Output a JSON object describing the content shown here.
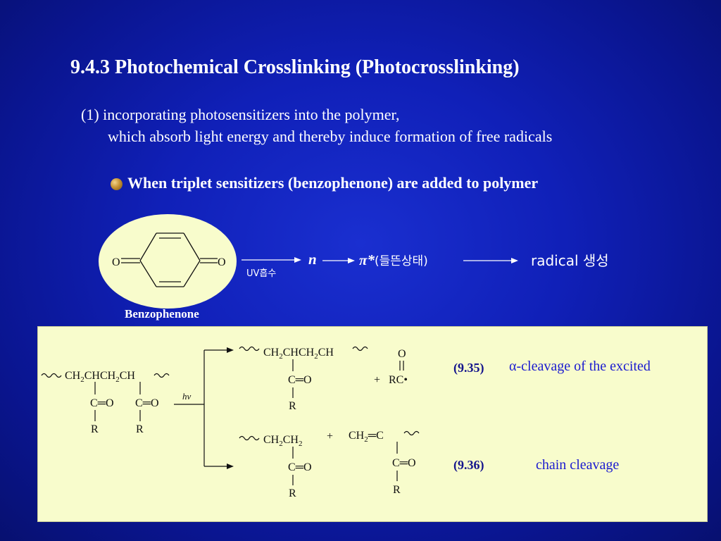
{
  "title": "9.4.3  Photochemical Crosslinking (Photocrosslinking)",
  "point1": {
    "line1": "(1) incorporating photosensitizers into the polymer,",
    "line2": "which absorb light energy and thereby induce formation of free radicals"
  },
  "bullet": "When triplet sensitizers (benzophenone) are added to polymer",
  "benzophenone": {
    "caption": "Benzophenone",
    "left_atom": "O",
    "right_atom": "O"
  },
  "scheme": {
    "uv_label": "UV흡수",
    "n_label": "n",
    "pi_label": "π*",
    "pi_state": "(들뜬상태)",
    "radical_label": "radical 생성"
  },
  "reactions": {
    "start": {
      "chain": "CH2CHCH2CH",
      "group1": "C═O",
      "group2": "C═O",
      "r1": "R",
      "r2": "R"
    },
    "hv": "hv",
    "top": {
      "chain": "CH2CHCH2CH",
      "carbonyl": "C═O",
      "r": "R",
      "plus": "+",
      "acyl_o": "O",
      "acyl": "RC•",
      "number": "(9.35)",
      "desc": "α-cleavage of the excited"
    },
    "bottom": {
      "chain": "CH2CH2",
      "carbonyl": "C═O",
      "r": "R",
      "plus": "+",
      "alkene": "CH2═C",
      "alkene_carbonyl": "C═O",
      "alkene_r": "R",
      "number": "(9.36)",
      "desc": "chain cleavage"
    }
  },
  "colors": {
    "background": "#1020b8",
    "ellipse": "#f8fccc",
    "panel": "#f8fccc",
    "reaction_text": "#1a1ad0",
    "label_text": "#14148c"
  }
}
